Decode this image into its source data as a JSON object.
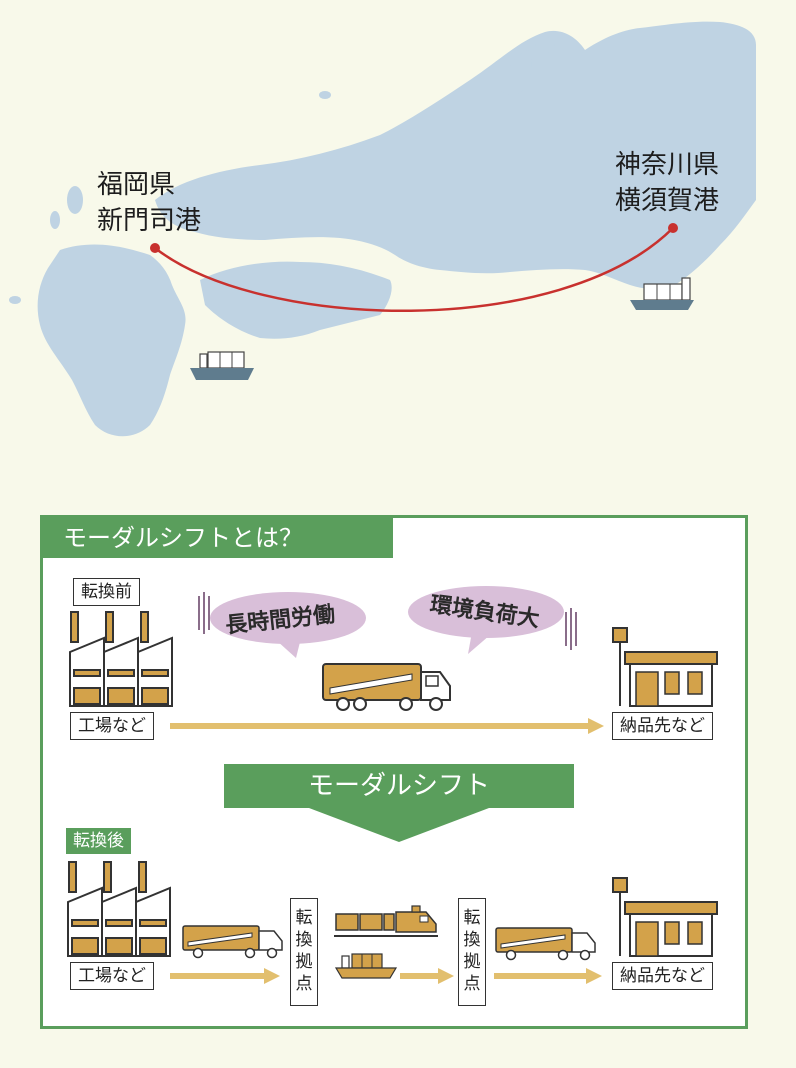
{
  "map": {
    "origin_label": "福岡県\n新門司港",
    "destination_label": "神奈川県\n横須賀港"
  },
  "panel": {
    "title": "モーダルシフトとは？",
    "before": {
      "tag": "転換前",
      "source": "工場など",
      "destination": "納品先など",
      "issue_left": "長時間労働",
      "issue_right": "環境負荷大"
    },
    "shift_label": "モーダルシフト",
    "after": {
      "tag": "転換後",
      "source": "工場など",
      "hub_left": "転\n換\n拠\n点",
      "hub_right": "転\n換\n拠\n点",
      "destination": "納品先など"
    }
  },
  "colors": {
    "sea": "#f8f9ea",
    "land": "#bfd3e3",
    "route": "#c8312e",
    "accent_green": "#5a9e5c",
    "truck": "#d3a24a",
    "bubble": "#d9bfd9"
  },
  "icons": [
    "factory-icon",
    "truck-icon",
    "store-icon",
    "train-icon",
    "ship-icon",
    "arrow-right-icon"
  ]
}
